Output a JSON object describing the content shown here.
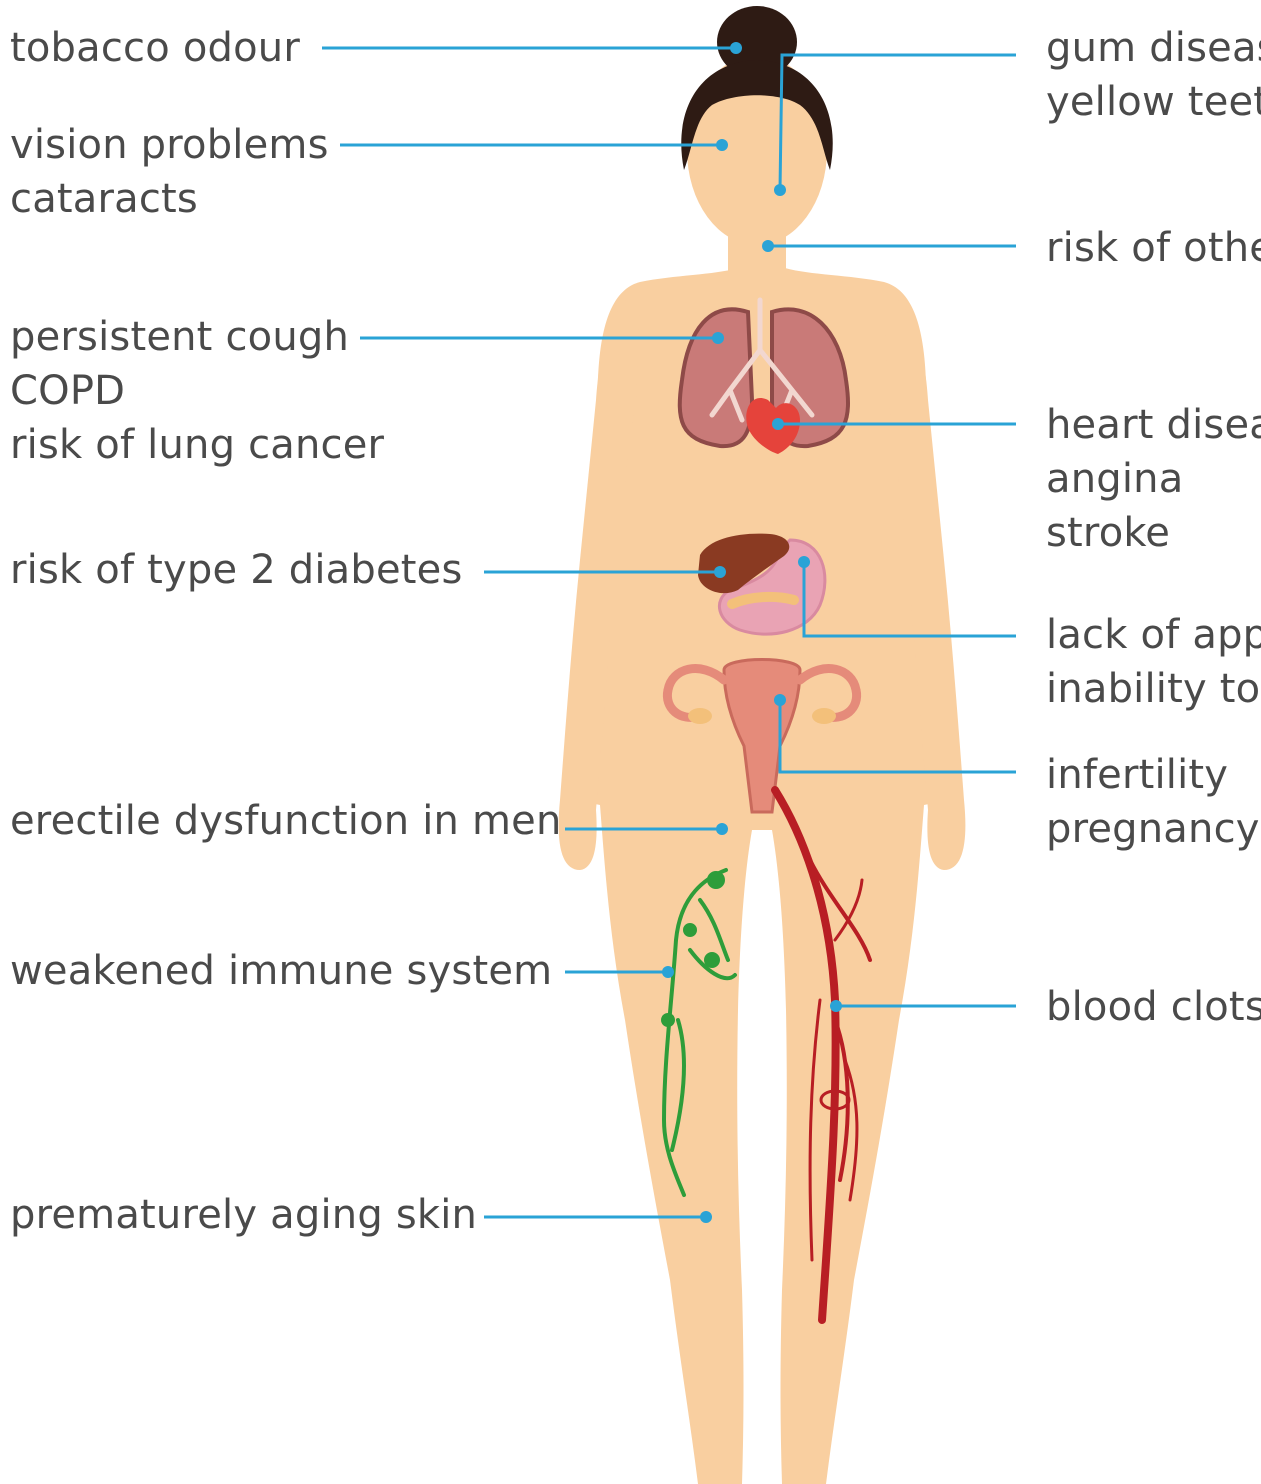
{
  "colors": {
    "skin": "#f9cfa0",
    "hair": "#2e1b14",
    "leader_line": "#2aa3d6",
    "text": "#4a4a4a",
    "lungs": "#c97a78",
    "heart": "#e5433b",
    "liver": "#8a3a22",
    "stomach": "#e9a3b4",
    "uterus": "#e58b7a",
    "artery": "#b81e24",
    "lymph": "#2e9d3a"
  },
  "labels_left": {
    "tobacco": [
      "tobacco odour"
    ],
    "vision": [
      "vision problems",
      "cataracts"
    ],
    "lungs": [
      "persistent cough",
      "COPD",
      "risk of lung cancer"
    ],
    "diabetes": [
      "risk of type 2 diabetes"
    ],
    "erectile": [
      "erectile dysfunction in men"
    ],
    "immune": [
      "weakened immune system"
    ],
    "skin": [
      "prematurely aging skin"
    ]
  },
  "labels_right": {
    "gum": [
      "gum diseas",
      "yellow teet"
    ],
    "other": [
      "risk of othe"
    ],
    "heart": [
      "heart disea",
      "angina",
      "stroke"
    ],
    "appetite": [
      "lack of app",
      "inability to"
    ],
    "fertility": [
      "infertility",
      "pregnancy"
    ],
    "clots": [
      "blood clots"
    ]
  }
}
